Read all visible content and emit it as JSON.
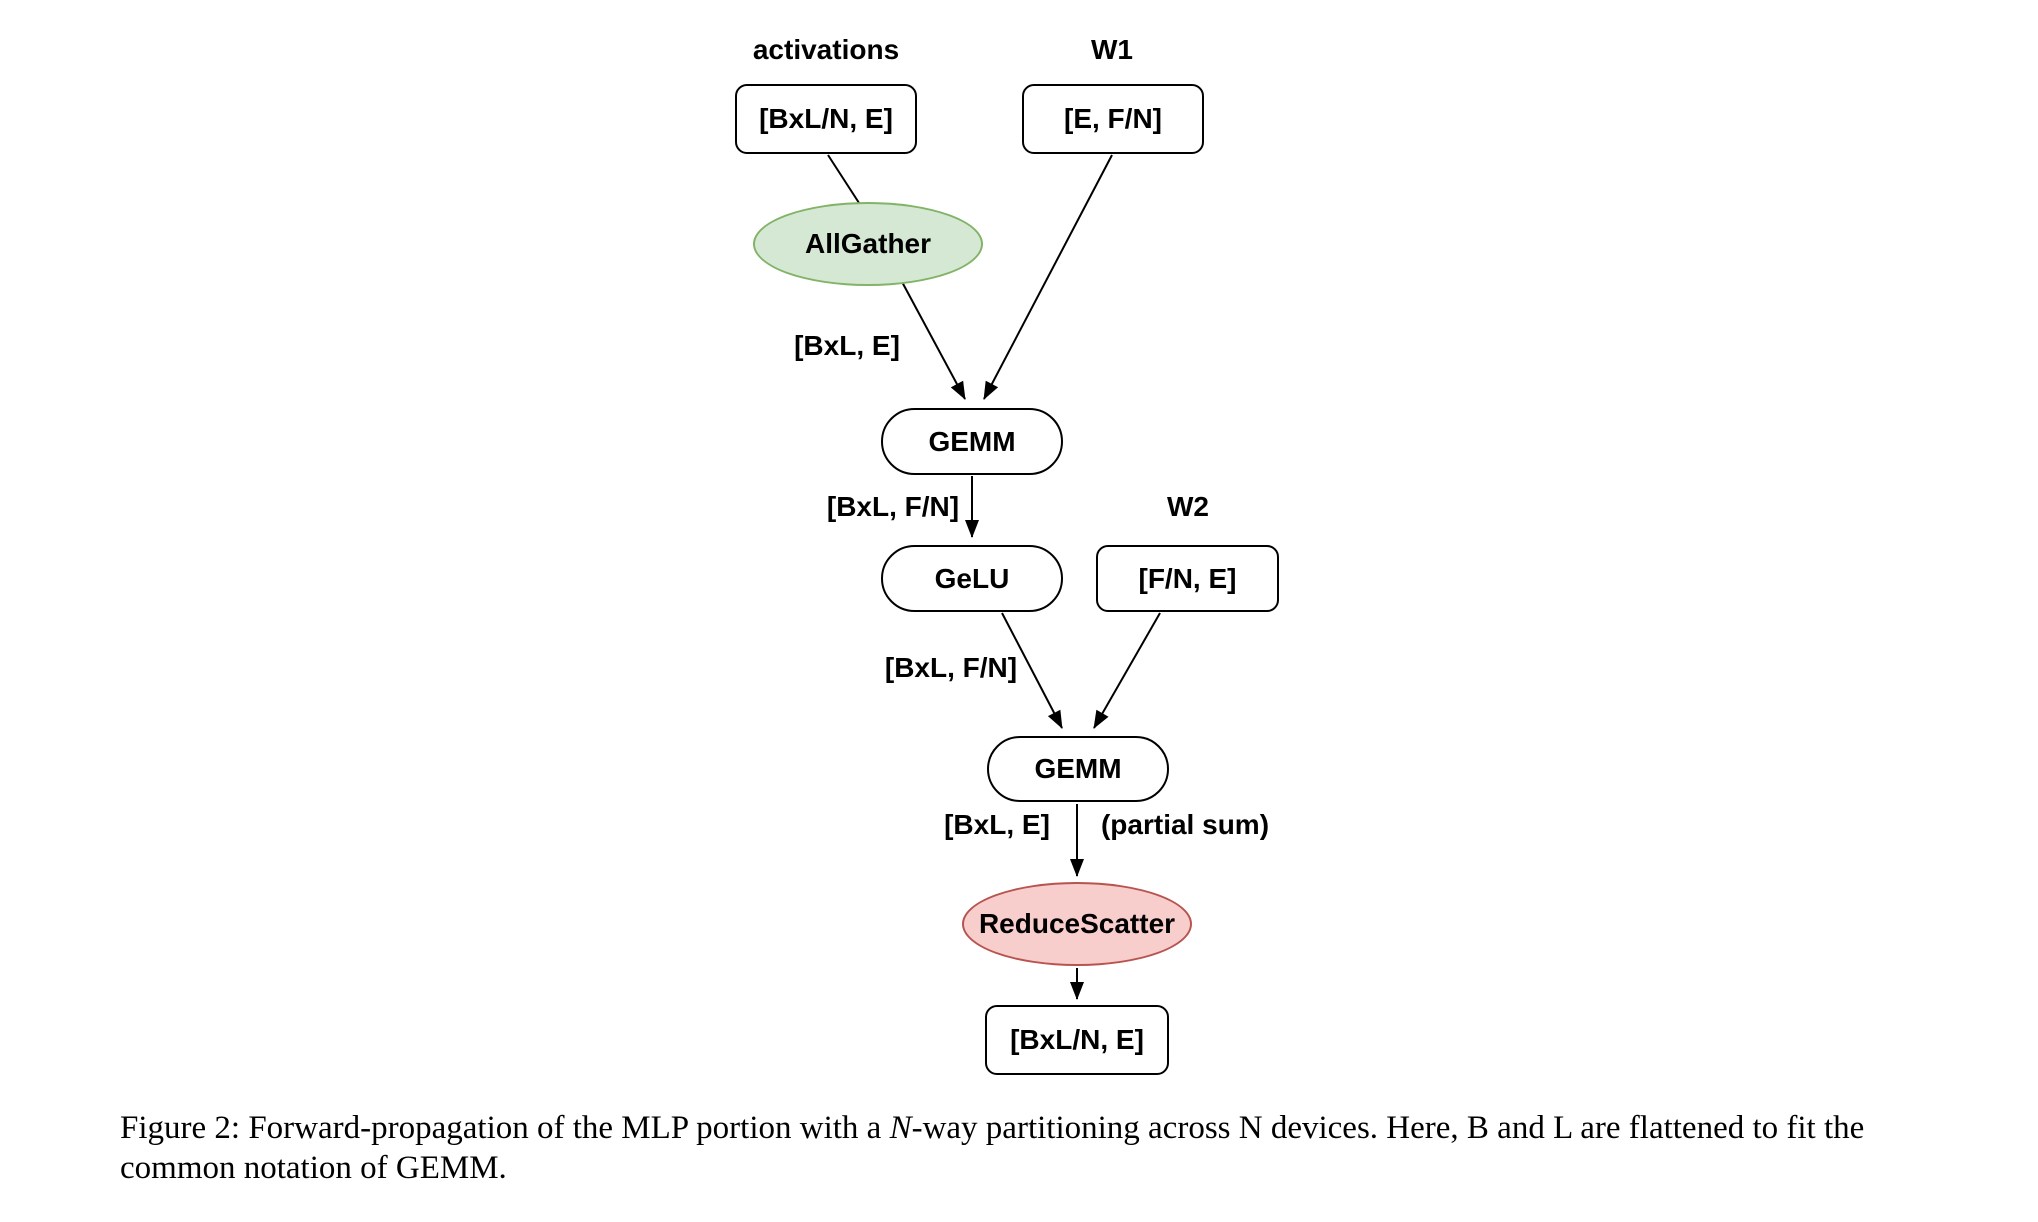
{
  "figure": {
    "nodes": {
      "activations_label": "activations",
      "w1_label": "W1",
      "w2_label": "W2",
      "input_tensor": "[BxL/N, E]",
      "w1_tensor": "[E, F/N]",
      "allgather": "AllGather",
      "gemm1": "GEMM",
      "gelu": "GeLU",
      "w2_tensor": "[F/N, E]",
      "gemm2": "GEMM",
      "reducescatter": "ReduceScatter",
      "output_tensor": "[BxL/N, E]"
    },
    "edge_labels": {
      "bxl_e_1": "[BxL, E]",
      "bxl_fn_1": "[BxL, F/N]",
      "bxl_fn_2": "[BxL, F/N]",
      "bxl_e_2": "[BxL, E]",
      "partial_sum": "(partial sum)"
    },
    "colors": {
      "allgather_fill": "#d5e8d4",
      "allgather_stroke": "#82b366",
      "reducescatter_fill": "#f8cecc",
      "reducescatter_stroke": "#b85450",
      "edge_stroke": "#000000"
    },
    "caption": {
      "prefix": "Figure 2: Forward-propagation of the MLP portion with a ",
      "italic_n": "N",
      "suffix": "-way partitioning across N devices. Here, B and L are flattened to fit the common notation of GEMM."
    }
  }
}
